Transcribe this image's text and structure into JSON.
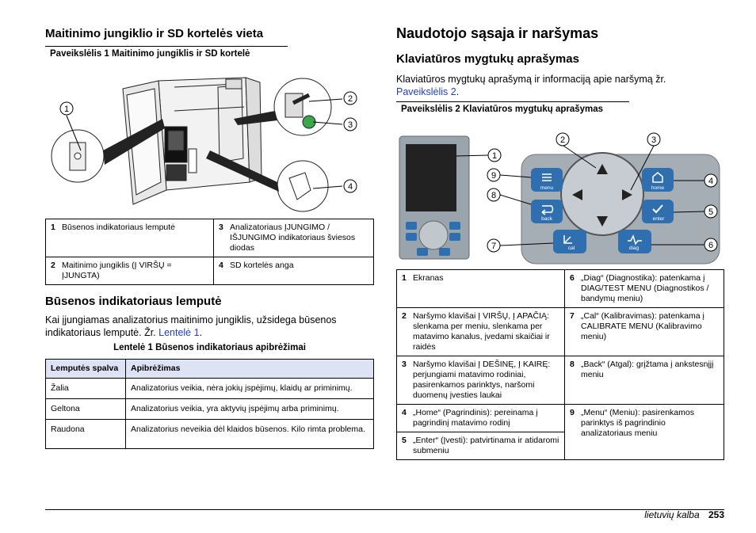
{
  "left": {
    "section1_title": "Maitinimo jungiklio ir SD kortelės vieta",
    "figure1_caption": "Paveikslėlis 1  Maitinimo jungiklis ir SD kortelė",
    "figure1_callouts": [
      "1",
      "2",
      "3",
      "4"
    ],
    "table1_rows": [
      {
        "n1": "1",
        "t1": "Būsenos indikatoriaus lemputė",
        "n2": "3",
        "t2": "Analizatoriaus ĮJUNGIMO / IŠJUNGIMO indikatoriaus šviesos diodas"
      },
      {
        "n1": "2",
        "t1": "Maitinimo jungiklis (Į VIRŠŲ = ĮJUNGTA)",
        "n2": "4",
        "t2": "SD kortelės anga"
      }
    ],
    "section2_title": "Būsenos indikatoriaus lemputė",
    "section2_text": "Kai įjungiamas analizatorius maitinimo jungiklis, užsidega būsenos indikatoriaus lemputė. Žr. ",
    "section2_link": "Lentelė 1",
    "section2_text_end": ".",
    "table2_caption": "Lentelė 1  Būsenos indikatoriaus apibrėžimai",
    "table2_headers": [
      "Lemputės spalva",
      "Apibrėžimas"
    ],
    "table2_rows": [
      [
        "Žalia",
        "Analizatorius veikia, nėra jokių įspėjimų, klaidų ar priminimų."
      ],
      [
        "Geltona",
        "Analizatorius veikia, yra aktyvių įspėjimų arba priminimų."
      ],
      [
        "Raudona",
        "Analizatorius neveikia dėl klaidos būsenos. Kilo rimta problema."
      ]
    ]
  },
  "right": {
    "title": "Naudotojo sąsaja ir naršymas",
    "subtitle": "Klaviatūros mygtukų aprašymas",
    "intro_text": "Klaviatūros mygtukų aprašymą ir informaciją apie naršymą žr. ",
    "intro_link": "Paveikslėlis 2",
    "intro_end": ".",
    "figure2_caption": "Paveikslėlis 2  Klaviatūros mygtukų aprašymas",
    "figure2_callouts": [
      "1",
      "2",
      "3",
      "4",
      "5",
      "6",
      "7",
      "8",
      "9"
    ],
    "keys": {
      "menu": "menu",
      "back": "back",
      "cal": "cal",
      "home": "home",
      "enter": "enter",
      "diag": "diag"
    },
    "table3_rows": [
      {
        "n1": "1",
        "t1": "Ekranas",
        "n2": "6",
        "t2": "„Diag“ (Diagnostika): patenkama į DIAG/TEST MENU (Diagnostikos / bandymų meniu)"
      },
      {
        "n1": "2",
        "t1": "Naršymo klavišai Į VIRŠŲ, Į APAČIĄ: slenkama per meniu, slenkama per matavimo kanalus, įvedami skaičiai ir raidės",
        "n2": "7",
        "t2": "„Cal“ (Kalibravimas): patenkama į CALIBRATE MENU (Kalibravimo meniu)"
      },
      {
        "n1": "3",
        "t1": "Naršymo klavišai Į DEŠINĘ, Į KAIRĘ: perjungiami matavimo rodiniai, pasirenkamos parinktys, naršomi duomenų įvesties laukai",
        "n2": "8",
        "t2": "„Back“ (Atgal): grįžtama į ankstesnįjį meniu"
      },
      {
        "n1": "4",
        "t1": "„Home“ (Pagrindinis): pereinama į pagrindinį matavimo rodinį",
        "n2": "9",
        "t2": "„Menu“ (Meniu): pasirenkamos parinktys iš pagrindinio analizatoriaus meniu"
      },
      {
        "n1": "5",
        "t1": "„Enter“ (Įvesti): patvirtinama ir atidaromi submeniu"
      }
    ]
  },
  "footer": {
    "language": "lietuvių kalba",
    "page": "253"
  }
}
